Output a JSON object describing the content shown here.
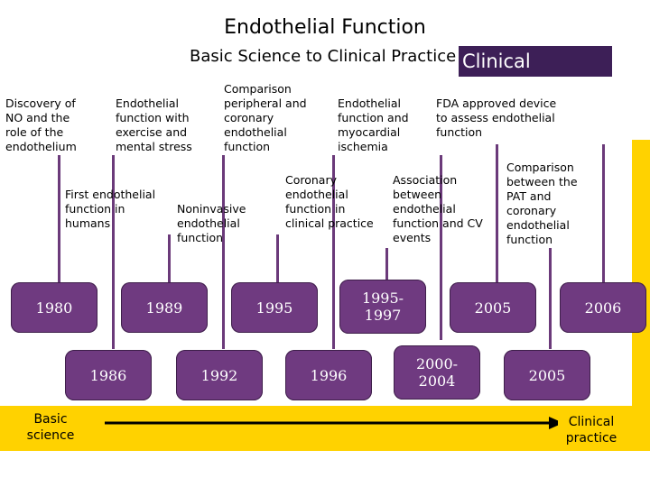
{
  "title": "Endothelial Function",
  "subtitle": "Basic Science to Clinical Practice",
  "clinical_practice_box": "Clinical practice",
  "events": {
    "e1": "Discovery of NO and the role of the endothelium",
    "e2": "Endothelial function with exercise and mental stress",
    "e3": "Comparison peripheral and coronary endothelial function",
    "e4": "Endothelial function and myocardial ischemia",
    "e5": "FDA approved device to assess endothelial function",
    "e6": "First endothelial function in humans",
    "e7": "Noninvasive endothelial function",
    "e8": "Coronary endothelial function in clinical practice",
    "e9": "Association between endothelial function and CV events",
    "e10": "Comparison between the PAT and coronary endothelial function"
  },
  "years": {
    "y1980": "1980",
    "y1989": "1989",
    "y1995": "1995",
    "y1995_1997": "1995-1997",
    "y2005a": "2005",
    "y2006": "2006",
    "y1986": "1986",
    "y1992": "1992",
    "y1996": "1996",
    "y2000_2004": "2000-2004",
    "y2005b": "2005"
  },
  "timeline": {
    "start_label": "Basic science",
    "end_label": "Clinical practice"
  },
  "colors": {
    "accent": "#6f3a80",
    "header_box": "#3d1f57",
    "band": "#ffd200"
  }
}
